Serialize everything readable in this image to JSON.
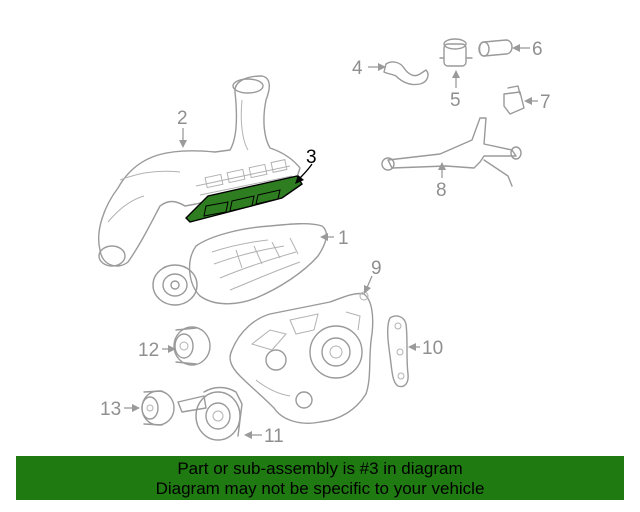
{
  "diagram": {
    "highlight_color": "#2e7d21",
    "callouts": {
      "c1": "1",
      "c2": "2",
      "c3": "3",
      "c4": "4",
      "c5": "5",
      "c6": "6",
      "c7": "7",
      "c8": "8",
      "c9": "9",
      "c10": "10",
      "c11": "11",
      "c12": "12",
      "c13": "13"
    }
  },
  "banner": {
    "line1": "Part or sub-assembly is #3 in diagram",
    "line2": "Diagram may not be specific to your vehicle",
    "background": "#1f7a12"
  }
}
